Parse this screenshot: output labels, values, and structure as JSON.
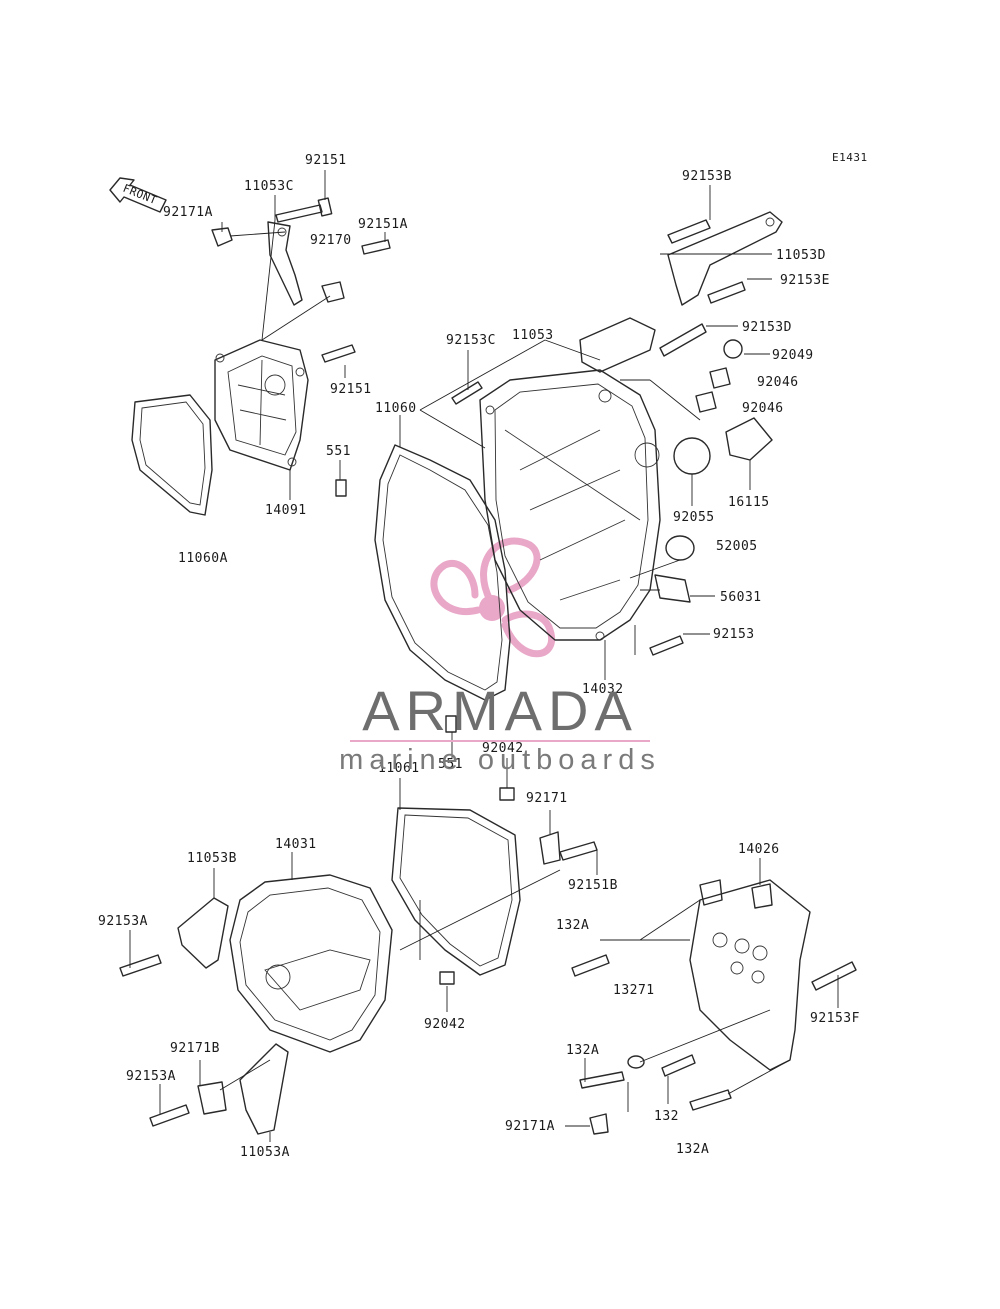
{
  "diagram_code": "E1431",
  "front_label": "FRONT",
  "brand": {
    "name": "ARMADA",
    "tagline": "marine outboards",
    "accent_color": "#e9a8c8",
    "text_color": "#6e6e6e"
  },
  "part_labels": {
    "p92151_top": "92151",
    "p11053C": "11053C",
    "p92171A_top": "92171A",
    "p92170": "92170",
    "p92151A": "92151A",
    "p92151_mid": "92151",
    "p14091": "14091",
    "p11060A": "11060A",
    "p551_top": "551",
    "p11060": "11060",
    "p92153C": "92153C",
    "p11053": "11053",
    "p92153B": "92153B",
    "p11053D": "11053D",
    "p92153E": "92153E",
    "p92153D": "92153D",
    "p92049": "92049",
    "p92046_a": "92046",
    "p92046_b": "92046",
    "p16115": "16115",
    "p92055": "92055",
    "p52005": "52005",
    "p56031": "56031",
    "p92153": "92153",
    "p14032": "14032",
    "p551_mid": "551",
    "p92042_top": "92042",
    "p11061": "11061",
    "p92171": "92171",
    "p92151B": "92151B",
    "p14031": "14031",
    "p11053B": "11053B",
    "p92153A_top": "92153A",
    "p92042_bot": "92042",
    "p92171B": "92171B",
    "p92153A_bot": "92153A",
    "p11053A": "11053A",
    "p14026": "14026",
    "p132A_top": "132A",
    "p92153F": "92153F",
    "p13271": "13271",
    "p132A_mid": "132A",
    "p132": "132",
    "p92171A_bot": "92171A",
    "p132A_bot": "132A"
  }
}
